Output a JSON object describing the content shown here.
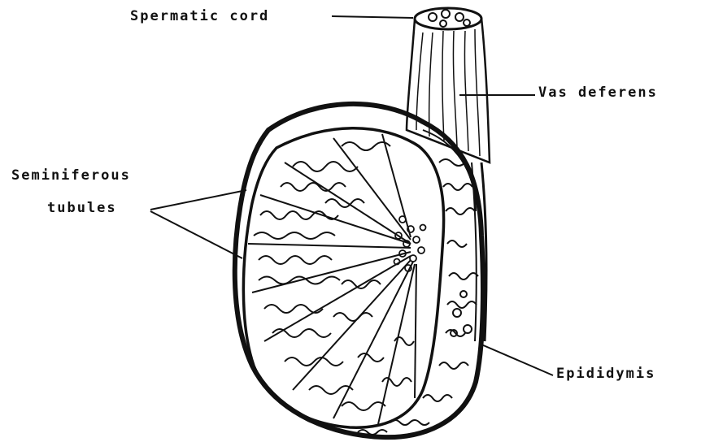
{
  "labels": {
    "spermatic_cord": "Spermatic cord",
    "vas_deferens": "Vas deferens",
    "seminiferous_line1": "Seminiferous",
    "seminiferous_line2": "tubules",
    "epididymis": "Epididymis"
  },
  "colors": {
    "ink": "#111111",
    "background": "#ffffff"
  }
}
